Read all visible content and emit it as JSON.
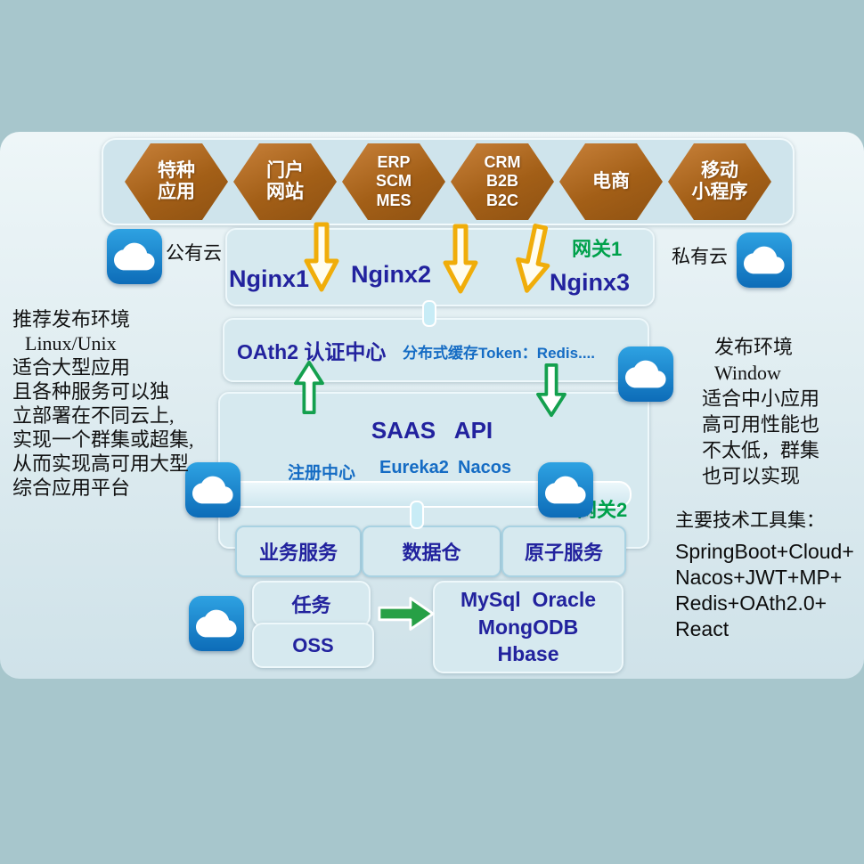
{
  "colors": {
    "background": "#a7c6cc",
    "panel": "#e0edf1",
    "box_fill": "#d6e9ef",
    "hexagon": "#a35f17",
    "dark_blue_text": "#22229e",
    "green_text": "#00a14b",
    "link_blue_text": "#156cc4",
    "cloud_blue": "#0d6cb8",
    "arrow_yellow": "#f0ad0a",
    "arrow_green": "#27a046"
  },
  "icons": {
    "cloud": "cloud-icon",
    "down_arrow": "down-arrow-icon",
    "up_arrow": "up-arrow-icon",
    "right_arrow": "right-arrow-icon"
  },
  "apps": {
    "hexagons": [
      {
        "lines": [
          "特种",
          "应用"
        ]
      },
      {
        "lines": [
          "门户",
          "网站"
        ]
      },
      {
        "lines": [
          "ERP",
          "SCM",
          "MES"
        ]
      },
      {
        "lines": [
          "CRM",
          "B2B",
          "B2C"
        ]
      },
      {
        "lines": [
          "电商"
        ]
      },
      {
        "lines": [
          "移动",
          "小程序"
        ]
      }
    ]
  },
  "clouds": {
    "public_label": "公有云",
    "private_label": "私有云"
  },
  "gateway1": {
    "label": "网关1",
    "nginx1": "Nginx1",
    "nginx2": "Nginx2",
    "nginx3": "Nginx3"
  },
  "auth": {
    "title": "OAth2 认证中心",
    "cache": "分布式缓存Token：Redis...."
  },
  "saas": {
    "title": "SAAS   API",
    "registry_label": "注册中心",
    "eureka": "Eureka2",
    "nacos": "Nacos"
  },
  "gateway2": {
    "label": "网关2"
  },
  "services": {
    "business": "业务服务",
    "warehouse": "数据仓",
    "atomic": "原子服务"
  },
  "jobs": {
    "task": "任务",
    "oss": "OSS"
  },
  "database": {
    "line1": "MySql  Oracle",
    "line2": "MongODB",
    "line3": "Hbase"
  },
  "left_note": {
    "lines": [
      "推荐发布环境",
      "Linux/Unix",
      "适合大型应用",
      "且各种服务可以独",
      "立部署在不同云上,",
      "实现一个群集或超集,",
      "从而实现高可用大型",
      "综合应用平台"
    ]
  },
  "right_note": {
    "lines": [
      "发布环境",
      "Window",
      "适合中小应用",
      "高可用性能也",
      "不太低，群集",
      "也可以实现"
    ]
  },
  "tools_note": {
    "title": "主要技术工具集：",
    "lines": [
      "SpringBoot+Cloud+",
      "Nacos+JWT+MP+",
      "Redis+OAth2.0+",
      "React"
    ]
  }
}
